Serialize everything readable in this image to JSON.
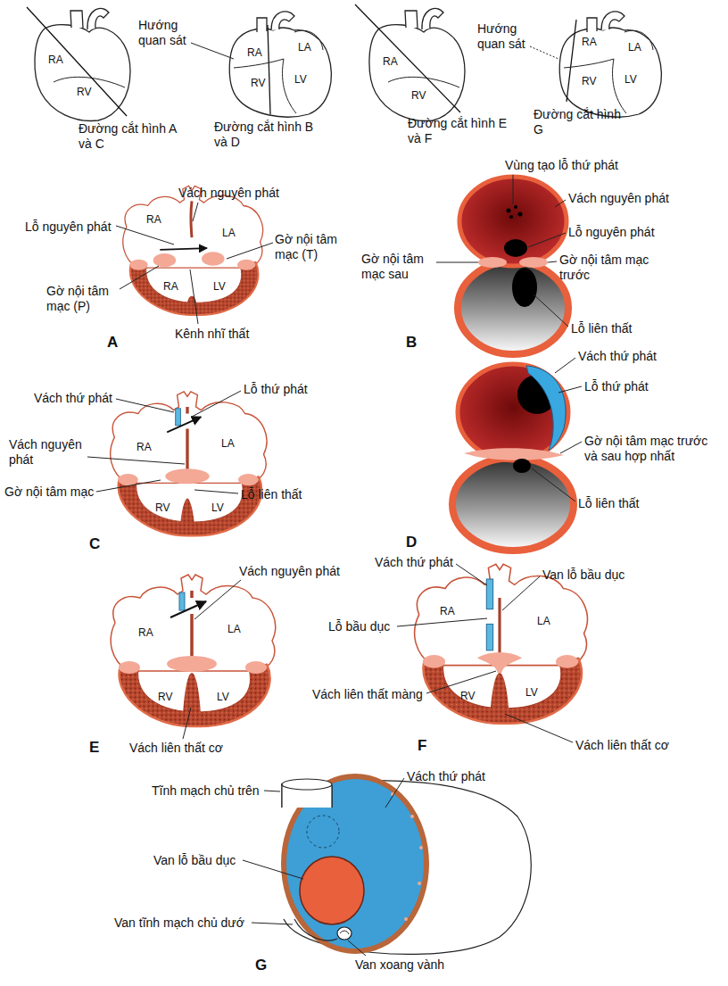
{
  "diagram": {
    "labels": [
      "RA",
      "RV",
      "Hướng quan sát",
      "Đường cắt hình A và C",
      "RA",
      "LA",
      "RV",
      "LV",
      "Đường cắt hình B và D",
      "RA",
      "RV",
      "Hướng quan sát",
      "Đường cắt hình E và F",
      "RA",
      "LA",
      "RV",
      "LV",
      "Đường cắt hình G",
      "Vách nguyên phát",
      "Lỗ nguyên phát",
      "Gờ nội tâm mạc (T)",
      "LA",
      "RA",
      "RA",
      "LV",
      "Gờ nội tâm mạc (P)",
      "Kênh nhĩ thất",
      "A",
      "Vùng tạo lỗ thứ phát",
      "Vách nguyên phát",
      "Lỗ nguyên phát",
      "Gờ nội tâm mạc sau",
      "Gờ nội tâm mạc trước",
      "Lỗ liên thất",
      "B",
      "Vách thứ phát",
      "Lỗ thứ phát",
      "Vách nguyên phát",
      "LA",
      "RA",
      "Gờ nội tâm mạc",
      "Lỗ liên thất",
      "RV",
      "LV",
      "C",
      "Vách thứ phát",
      "Lỗ thứ phát",
      "Gờ nội tâm mạc trước và sau hợp nhất",
      "Lỗ liên thất",
      "D",
      "Vách nguyên phát",
      "LA",
      "RA",
      "RV",
      "LV",
      "Vách liên thất cơ",
      "E",
      "Vách thứ phát",
      "Van lỗ bầu dục",
      "RA",
      "LA",
      "Lỗ bầu dục",
      "Vách liên thất màng",
      "RV",
      "LV",
      "Vách liên thất cơ",
      "F",
      "Tĩnh mạch chủ trên",
      "Vách thứ phát",
      "Van lỗ bầu dục",
      "Van tĩnh mạch chủ dướ",
      "Van xoang vành",
      "G"
    ]
  }
}
